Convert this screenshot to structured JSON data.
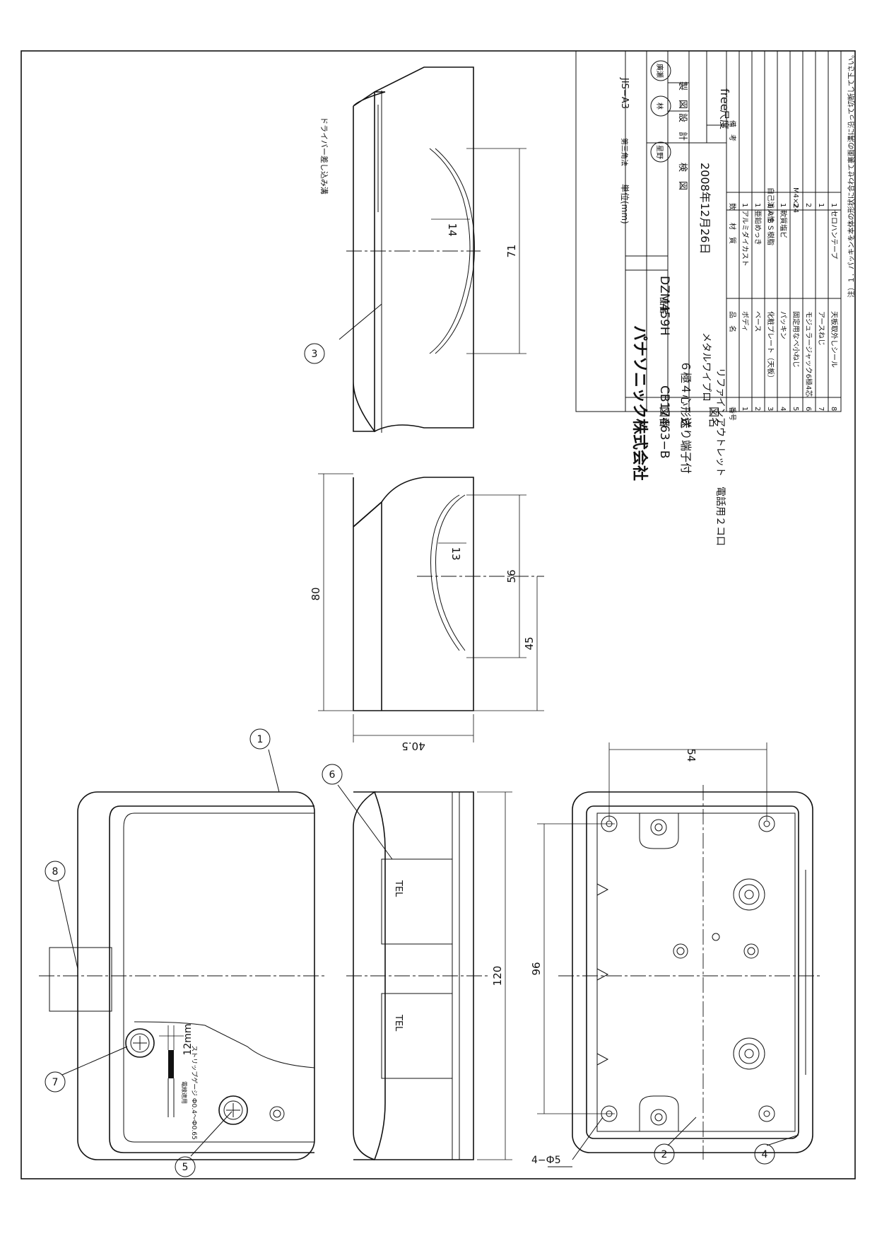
{
  "note": "注）１．パッキンを本体の形状に合わせて裏面の溝に沿って切断して下さい。",
  "slot_label": "ドライバー差し込み溝",
  "port_label": "TEL",
  "wire_label": "12mm",
  "wire_note": "ストリップゲージ Ф0.4〜Ф0.65",
  "wire_note2": "電線適用",
  "hole_label": "4−Ф5",
  "balloons": [
    "1",
    "2",
    "3",
    "4",
    "5",
    "6",
    "7",
    "8"
  ],
  "dims": {
    "d80": "80",
    "d56": "56",
    "d45": "45",
    "d13": "13",
    "d405": "40.5",
    "d71": "71",
    "d14": "14",
    "d120": "120",
    "d96": "96",
    "d54": "54"
  },
  "parts_header": {
    "no": "番号",
    "name": "品　名",
    "material": "材　質",
    "qty": "数",
    "remarks": "備　考"
  },
  "parts": [
    {
      "no": "8",
      "name": "天板取外しシール",
      "material": "セロハンテープ",
      "qty": "1",
      "remarks": ""
    },
    {
      "no": "7",
      "name": "アースねじ",
      "material": "",
      "qty": "1",
      "remarks": ""
    },
    {
      "no": "6",
      "name": "モジュラージャック6極4芯",
      "material": "",
      "qty": "2",
      "remarks": ""
    },
    {
      "no": "5",
      "name": "固定用なべ小ねじ",
      "material": "",
      "qty": "2",
      "remarks": "M4×24"
    },
    {
      "no": "4",
      "name": "パッキン",
      "material": "軟質塩ビ",
      "qty": "1",
      "remarks": ""
    },
    {
      "no": "3",
      "name": "化粧プレート（天板）",
      "material": "ＡＢＳ樹脂",
      "qty": "1",
      "remarks": "自己消火性"
    },
    {
      "no": "2",
      "name": "ベース",
      "material": "亜鉛めっき",
      "qty": "1",
      "remarks": ""
    },
    {
      "no": "1",
      "name": "ボディ",
      "material": "アルミダイカスト",
      "qty": "1",
      "remarks": ""
    }
  ],
  "title_block": {
    "label_name": "図名",
    "name_line1": "メタルワイプロ",
    "name_line2": "リファインアウトレット　電話用２コ口",
    "label_type": "形式",
    "type_value": "６極４心　送り端子付",
    "label_drawing_no": "図番",
    "drawing_no": "CB17463−B",
    "label_product_no": "品番",
    "product_no": "DZM459H",
    "label_scale": "尺度",
    "scale": "free",
    "date": "2008年12月26日",
    "role_check": "検　図",
    "role_design": "設　計",
    "role_draft": "製　図",
    "stamp1": "星野",
    "stamp2": "林",
    "stamp3": "廣瀬",
    "company": "パナソニック株式会社",
    "unit": "単位(mm)",
    "projection": "第三角法",
    "paper": "JIS−A3"
  }
}
